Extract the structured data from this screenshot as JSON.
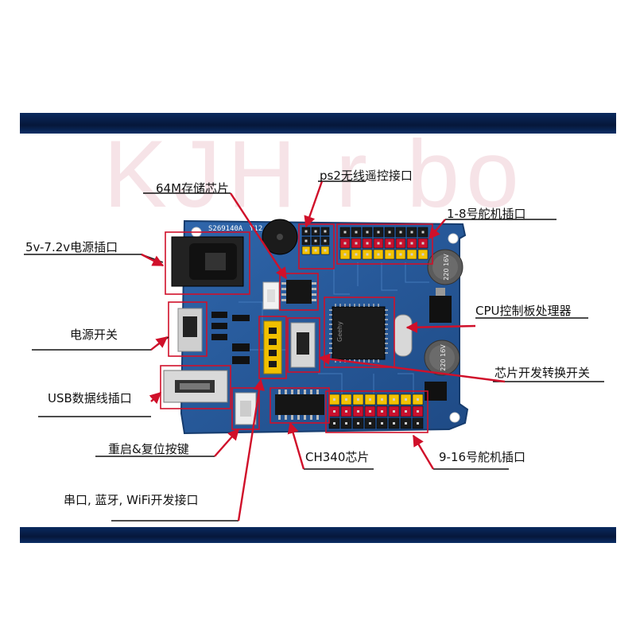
{
  "watermark": "KJH r bo",
  "board": {
    "model": "S269140A",
    "rev": "Y12",
    "chip_label": "Geehy",
    "cap1": "220 16V",
    "cap2": "220 16V"
  },
  "labels": {
    "memory": "64M存储芯片",
    "ps2": "ps2无线遥控接口",
    "servo_1_8": "1-8号舵机插口",
    "power_jack": "5v-7.2v电源插口",
    "cpu": "CPU控制板处理器",
    "power_switch": "电源开关",
    "mode_switch": "芯片开发转换开关",
    "usb": "USB数据线插口",
    "reset": "重启&复位按键",
    "ch340": "CH340芯片",
    "servo_9_16": "9-16号舵机插口",
    "serial": "串口, 蓝牙, WiFi开发接口"
  },
  "colors": {
    "board": "#2a5a9a",
    "pin_black": "#1a1a1a",
    "pin_red": "#c8102e",
    "pin_yellow": "#f2c200",
    "callout_box": "#d0102a",
    "arrow": "#d0102a",
    "band": "#0a2a5e"
  }
}
